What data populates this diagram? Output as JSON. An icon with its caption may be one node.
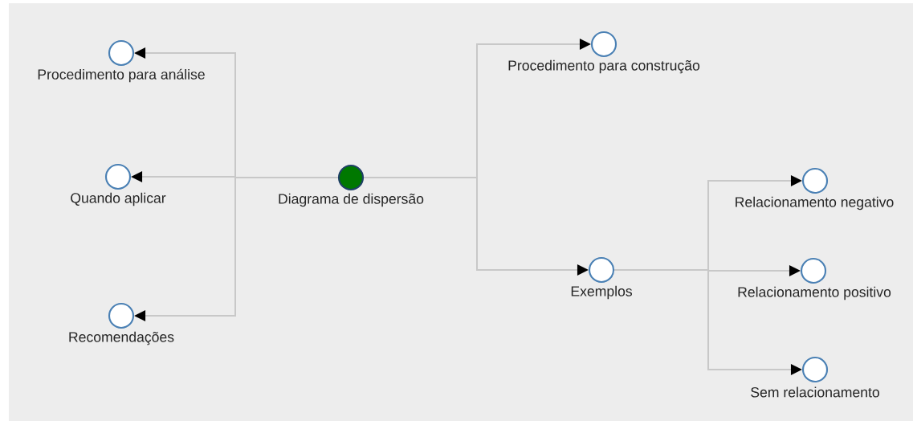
{
  "diagram": {
    "nodes": [
      {
        "text": [
          "Diagrama de dispersão"
        ]
      },
      {
        "text": [
          "Procedimento para análise"
        ]
      },
      {
        "text": [
          "Quando aplicar"
        ]
      },
      {
        "text": [
          "Recomendações"
        ]
      },
      {
        "text": [
          "Procedimento para construção"
        ]
      },
      {
        "text": [
          "Exemplos"
        ]
      },
      {
        "text": [
          "Relacionamento negativo"
        ]
      },
      {
        "text": [
          "Relacionamento positivo"
        ]
      },
      {
        "text": [
          "Sem relacionamento"
        ]
      }
    ],
    "edges": [
      {
        "from": 0,
        "to": 1,
        "arrow": "to"
      },
      {
        "from": 0,
        "to": 2,
        "arrow": "to"
      },
      {
        "from": 0,
        "to": 3,
        "arrow": "to"
      },
      {
        "from": 0,
        "to": 4,
        "arrow": "to"
      },
      {
        "from": 0,
        "to": 5,
        "arrow": "to"
      },
      {
        "from": 5,
        "to": 6,
        "arrow": "to"
      },
      {
        "from": 5,
        "to": 7,
        "arrow": "to"
      },
      {
        "from": 5,
        "to": 8,
        "arrow": "to"
      }
    ]
  }
}
